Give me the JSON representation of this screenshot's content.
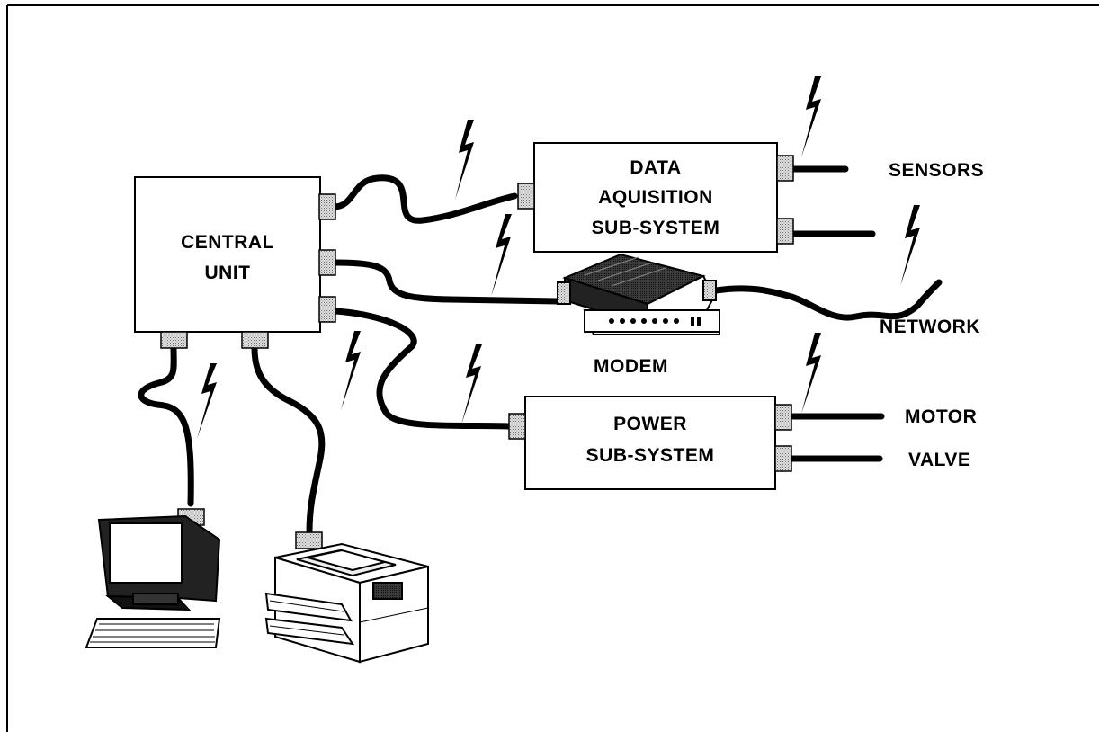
{
  "central_unit": {
    "line1": "CENTRAL",
    "line2": "UNIT"
  },
  "data_acquisition": {
    "line1": "DATA",
    "line2": "AQUISITION",
    "line3": "SUB-SYSTEM"
  },
  "power_subsystem": {
    "line1": "POWER",
    "line2": "SUB-SYSTEM"
  },
  "labels": {
    "sensors": "SENSORS",
    "network": "NETWORK",
    "modem": "MODEM",
    "motor": "MOTOR",
    "valve": "VALVE"
  },
  "colors": {
    "line": "#000000",
    "box_fill": "#ffffff",
    "connector": "#c8c8c8"
  }
}
